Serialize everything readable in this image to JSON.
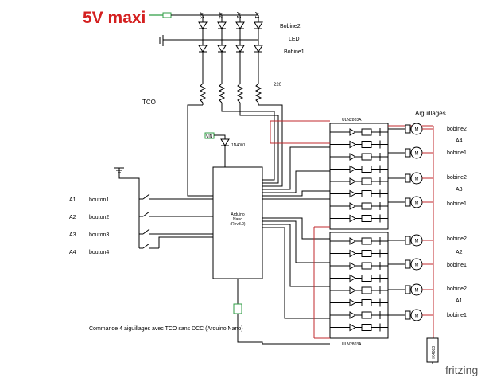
{
  "header": {
    "voltage_label": "5V maxi"
  },
  "top_led_labels": [
    "A3",
    "A4",
    "A2",
    "A1"
  ],
  "legend": {
    "bobine2": "Bobine2",
    "led": "LED",
    "bobine1": "Bobine1"
  },
  "resistor_value": "220",
  "tco_label": "TCO",
  "diode_label": "1N4001",
  "vin_label": "VIN",
  "arduino": {
    "line1": "Arduino",
    "line2": "Nano",
    "line3": "(Rev3.0)"
  },
  "ic_top_label": "ULN2803A",
  "ic_bottom_label": "ULN2803A",
  "aiguillages_label": "Aiguillages",
  "buttons": [
    {
      "a": "A1",
      "b": "bouton1"
    },
    {
      "a": "A2",
      "b": "bouton2"
    },
    {
      "a": "A3",
      "b": "bouton3"
    },
    {
      "a": "A4",
      "b": "bouton4"
    }
  ],
  "coils": [
    {
      "label": "bobine2",
      "group": "A4"
    },
    {
      "label": "bobine1",
      "group": ""
    },
    {
      "label": "bobine2",
      "group": "A3"
    },
    {
      "label": "bobine1",
      "group": ""
    },
    {
      "label": "bobine2",
      "group": "A2"
    },
    {
      "label": "bobine1",
      "group": ""
    },
    {
      "label": "bobine2",
      "group": "A1"
    },
    {
      "label": "bobine1",
      "group": ""
    }
  ],
  "caption": "Commande 4 aiguillages avec TCO sans DCC (Arduino Nano)",
  "vertical_tag": "HK4003",
  "brand": "fritzing"
}
